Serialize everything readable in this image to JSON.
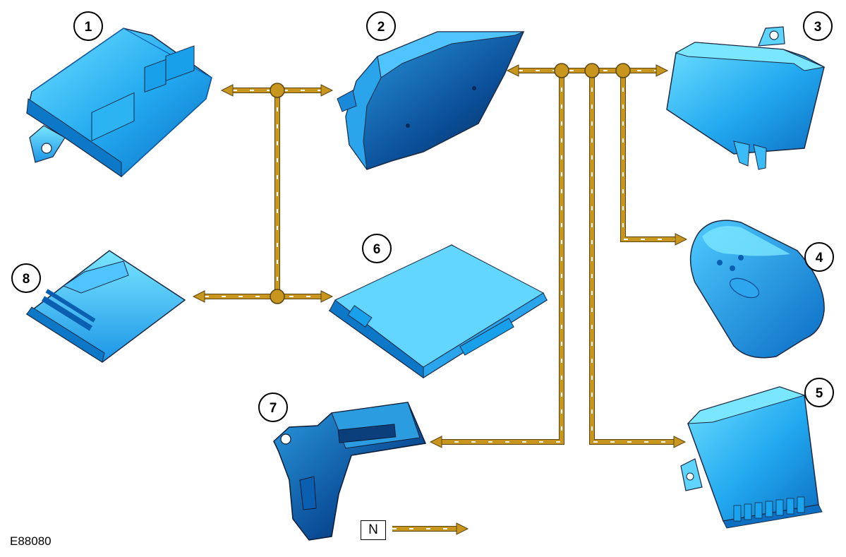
{
  "figure_ref": "E88080",
  "legend": {
    "symbol_label": "N"
  },
  "components": [
    {
      "number": "1"
    },
    {
      "number": "2"
    },
    {
      "number": "3"
    },
    {
      "number": "4"
    },
    {
      "number": "5"
    },
    {
      "number": "6"
    },
    {
      "number": "7"
    },
    {
      "number": "8"
    }
  ],
  "colors": {
    "network_line": "#c8961e",
    "line_dash": "#ffffff",
    "module_light": "#63d6ff",
    "module_mid": "#1aa3ee",
    "module_dark": "#0b5fb0",
    "outline": "#1a2a44"
  }
}
